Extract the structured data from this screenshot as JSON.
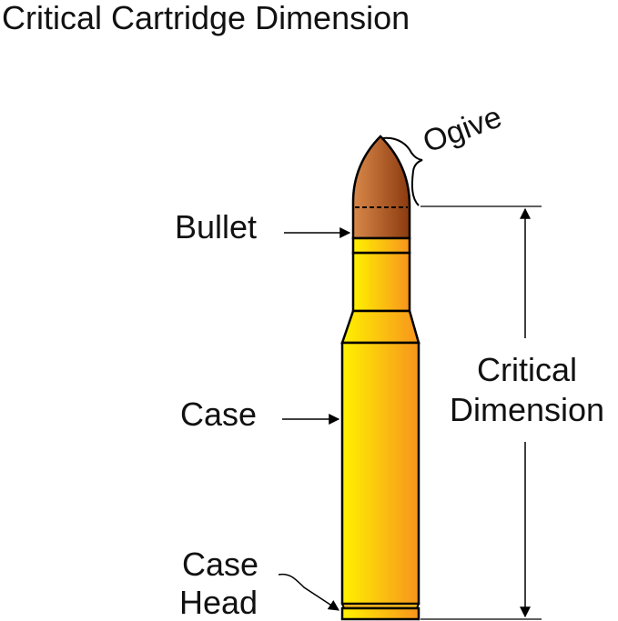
{
  "title": "Critical Cartridge Dimension",
  "labels": {
    "ogive": "Ogive",
    "bullet": "Bullet",
    "case": "Case",
    "case_head_line1": "Case",
    "case_head_line2": "Head",
    "critical_line1": "Critical",
    "critical_line2": "Dimension"
  },
  "colors": {
    "bullet_dark": "#8B3A0F",
    "bullet_light": "#D9884A",
    "case_light": "#FFF200",
    "case_dark": "#F7941D",
    "outline": "#000000"
  }
}
